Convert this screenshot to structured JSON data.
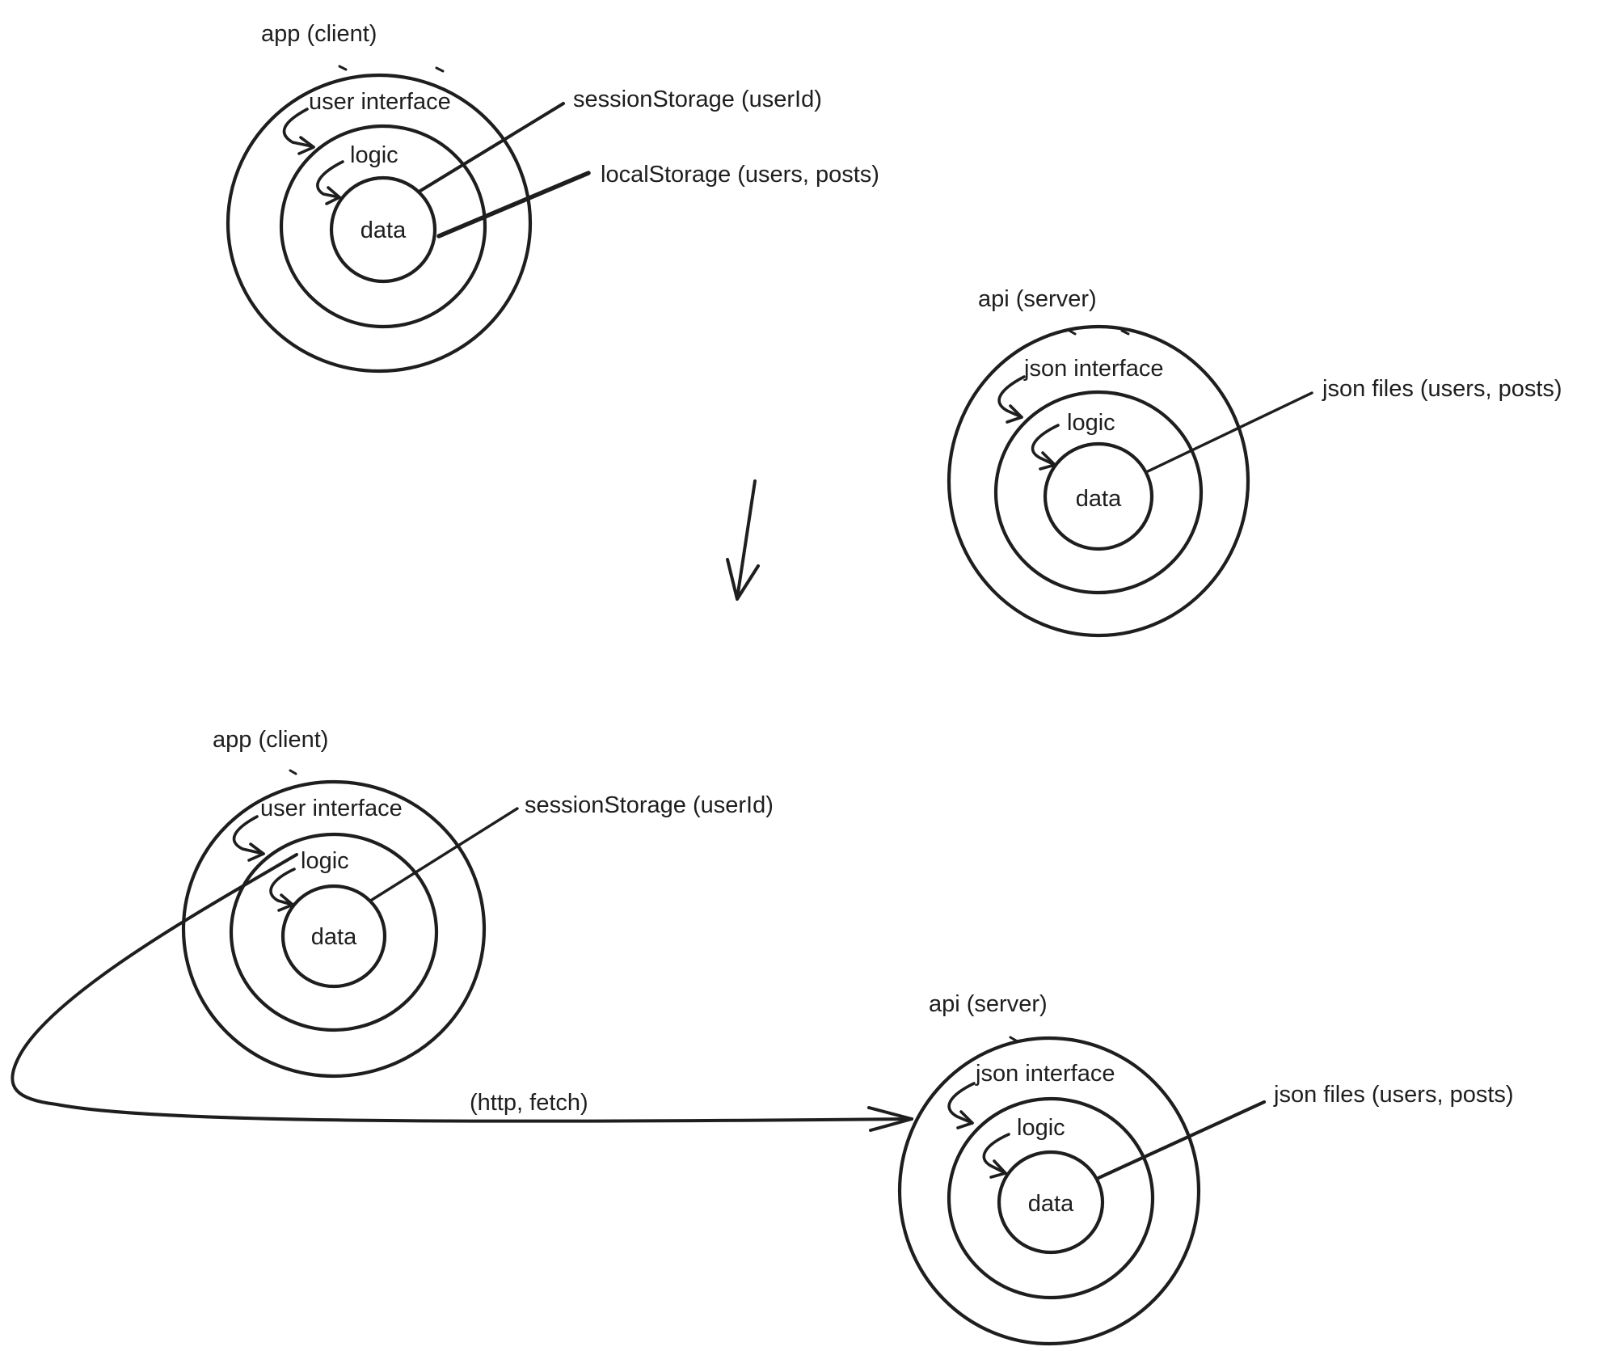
{
  "diagrams": [
    {
      "title": "app (client)",
      "ring_outer": "user interface",
      "ring_middle": "logic",
      "core": "data",
      "storage": [
        "sessionStorage (userId)",
        "localStorage (users, posts)"
      ]
    },
    {
      "title": "api (server)",
      "ring_outer": "json interface",
      "ring_middle": "logic",
      "core": "data",
      "storage": [
        "json files (users, posts)"
      ]
    },
    {
      "title": "app (client)",
      "ring_outer": "user interface",
      "ring_middle": "logic",
      "core": "data",
      "storage": [
        "sessionStorage (userId)"
      ]
    },
    {
      "title": "api (server)",
      "ring_outer": "json interface",
      "ring_middle": "logic",
      "core": "data",
      "storage": [
        "json files (users, posts)"
      ]
    }
  ],
  "connection": {
    "label": "(http, fetch)"
  },
  "colors": {
    "ink": "#1e1e1e",
    "background": "#ffffff"
  }
}
